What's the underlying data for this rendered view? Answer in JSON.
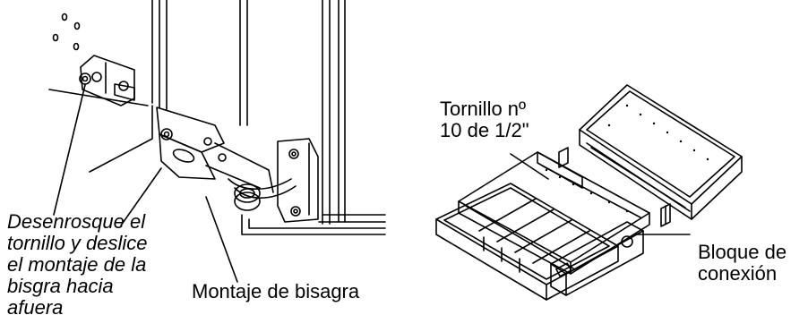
{
  "left_figure": {
    "unscrew_instruction_lines": [
      "Desenrosque el",
      "tornillo y deslice",
      "el montaje de la",
      "bisgra hacia",
      "afuera"
    ],
    "hinge_mount_label": "Montaje de bisagra"
  },
  "right_figure": {
    "screw_label_lines": [
      "Tornillo nº",
      "10 de 1/2\""
    ],
    "connection_block_label_lines": [
      "Bloque de",
      "conexión"
    ]
  }
}
